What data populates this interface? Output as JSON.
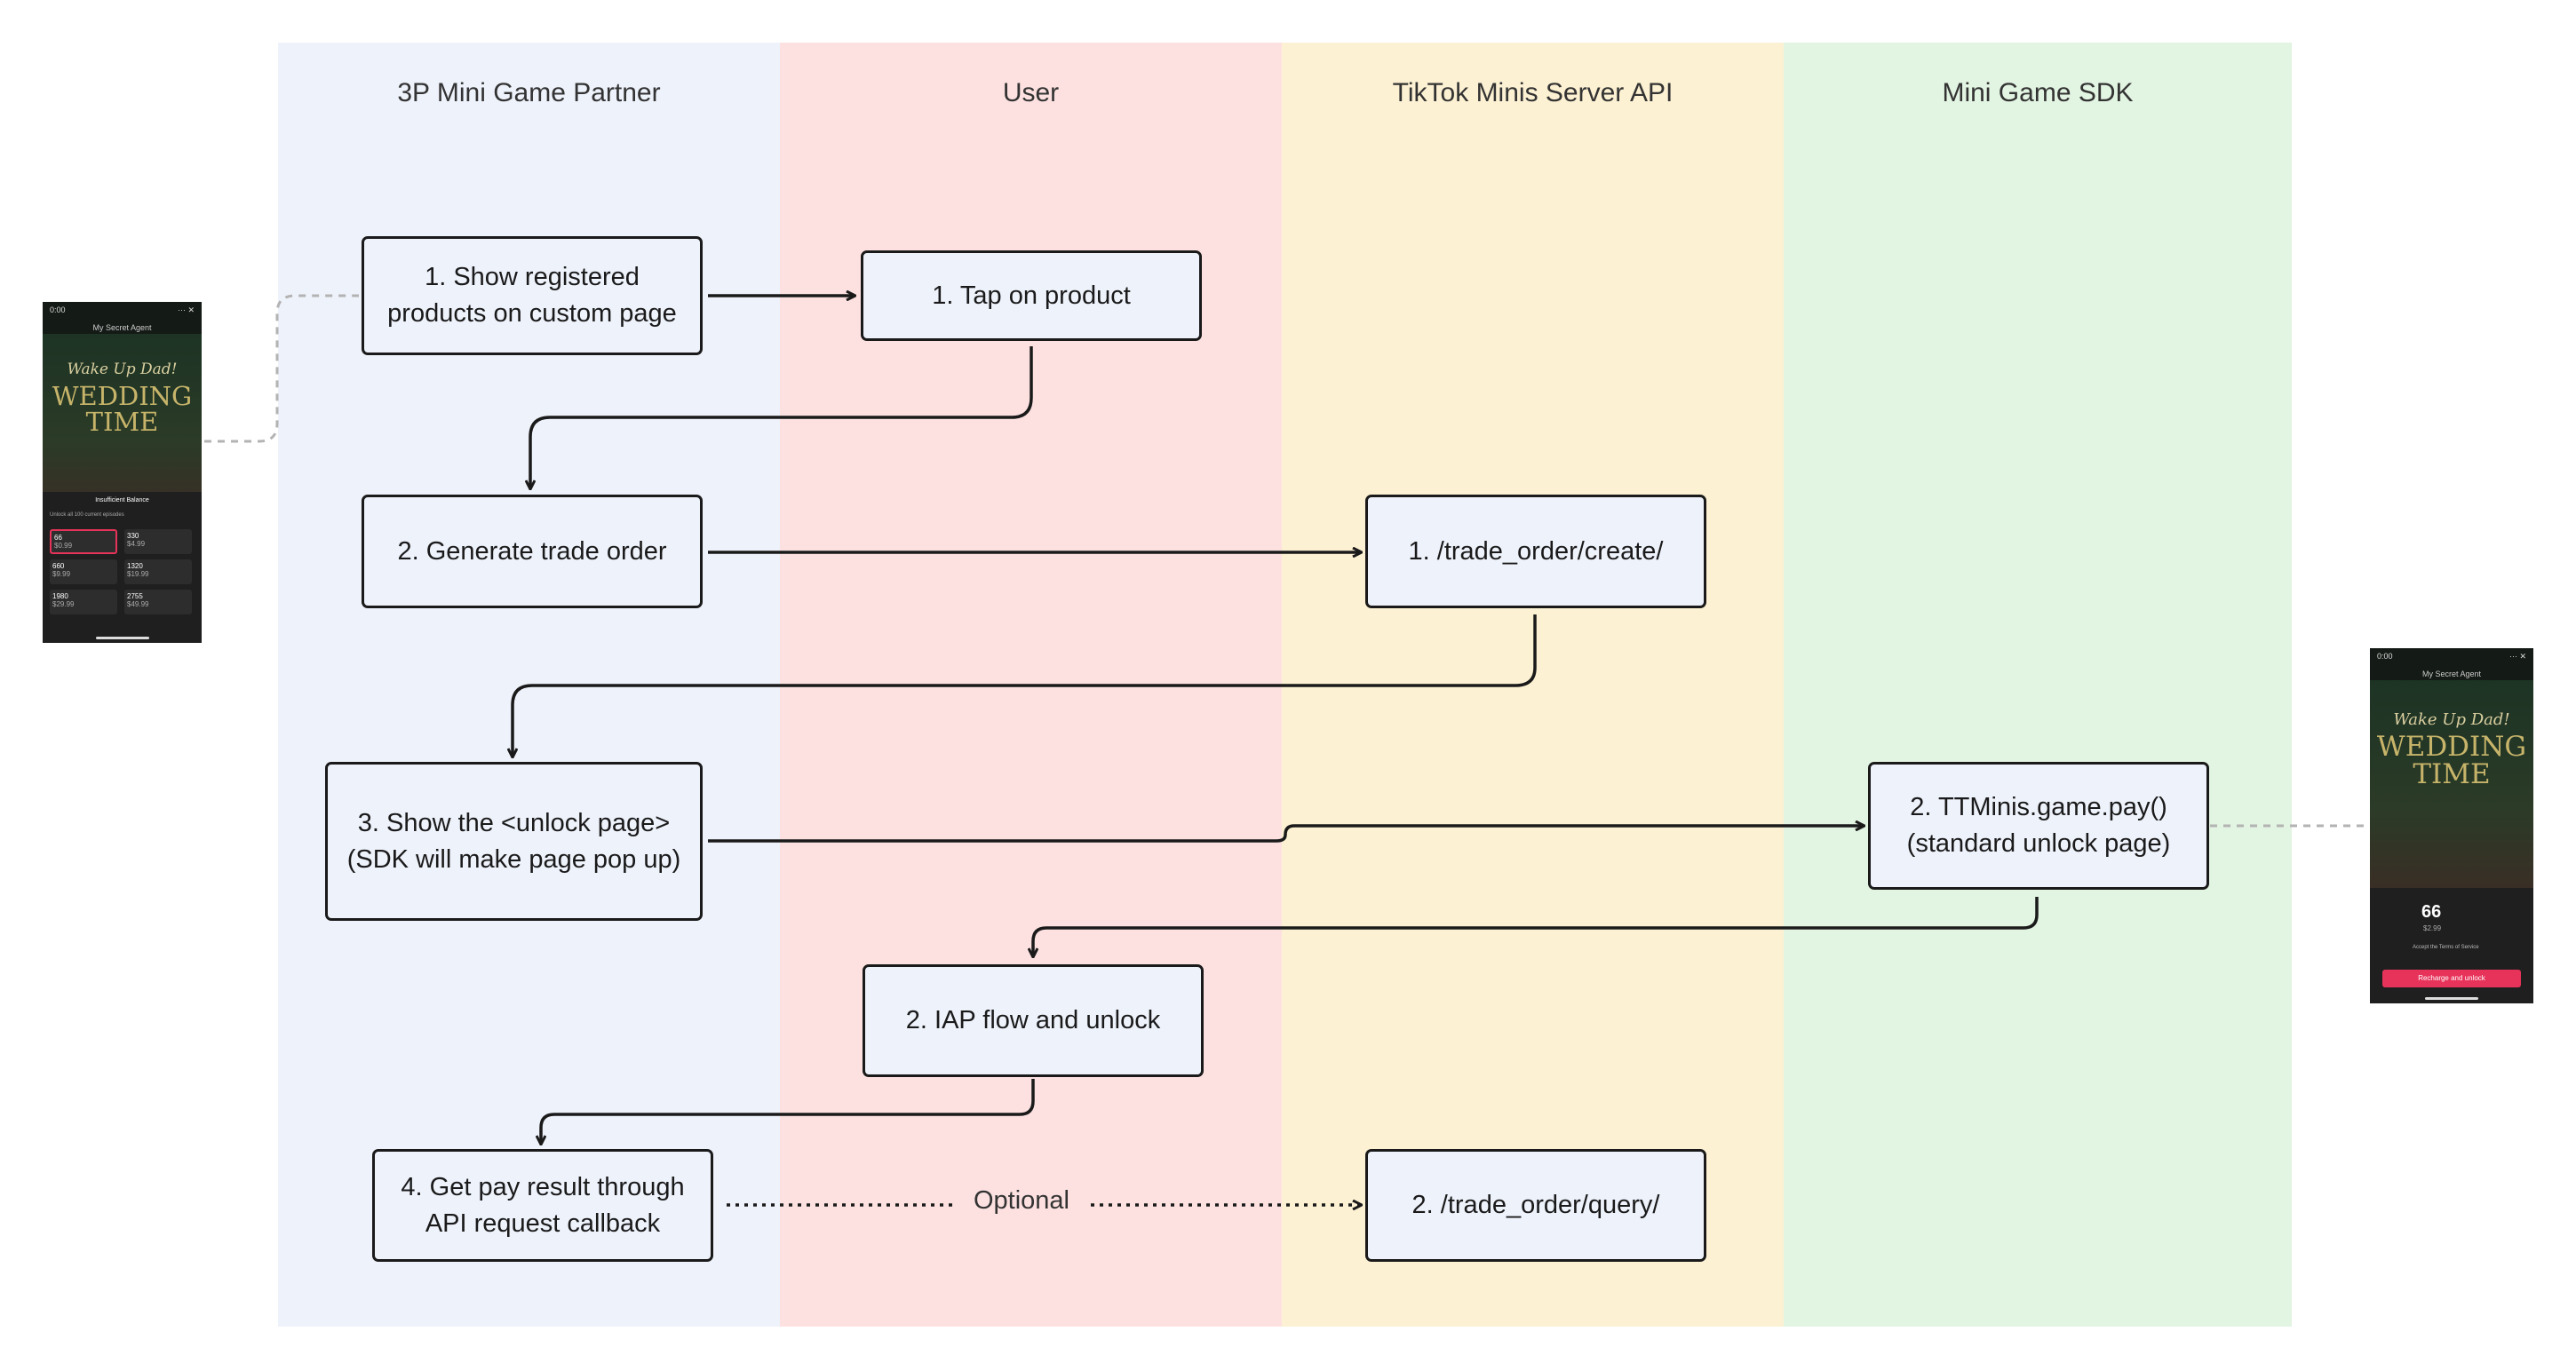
{
  "lanes": [
    {
      "title": "3P Mini Game Partner",
      "color": "#eef2fb"
    },
    {
      "title": "User",
      "color": "#fde1e1"
    },
    {
      "title": "TikTok Minis Server API",
      "color": "#fdf1d3"
    },
    {
      "title": "Mini Game SDK",
      "color": "#e2f4e2"
    }
  ],
  "nodes": {
    "show_products": "1. Show registered\nproducts on custom page",
    "tap_product": "1. Tap on product",
    "generate_order": "2. Generate trade order",
    "create_api": "1. /trade_order/create/",
    "show_unlock": "3. Show the <unlock page>\n(SDK will make page pop up)",
    "game_pay": "2. TTMinis.game.pay()\n(standard unlock page)",
    "iap_flow": "2. IAP flow  and unlock",
    "pay_result": "4. Get pay result through\nAPI request callback",
    "query_api": "2. /trade_order/query/"
  },
  "edge_labels": {
    "optional": "Optional"
  },
  "phone_left": {
    "time": "0:00",
    "title": "My Secret Agent",
    "script": "Wake Up Dad!",
    "headline": "WEDDING\nTIME",
    "sheet_title": "Insufficient Balance",
    "sheet_sub": "Unlock all 100 current episodes",
    "options": [
      {
        "coins": "66",
        "price": "$0.99",
        "selected": true
      },
      {
        "coins": "330",
        "price": "$4.99",
        "selected": false
      },
      {
        "coins": "660",
        "price": "$9.99",
        "selected": false
      },
      {
        "coins": "1320",
        "price": "$19.99",
        "selected": false
      },
      {
        "coins": "1980",
        "price": "$29.99",
        "selected": false
      },
      {
        "coins": "2755",
        "price": "$49.99",
        "selected": false
      }
    ]
  },
  "phone_right": {
    "time": "0:00",
    "title": "My Secret Agent",
    "script": "Wake Up Dad!",
    "headline": "WEDDING\nTIME",
    "coins": "66",
    "price": "$2.99",
    "terms": "Accept the Terms of Service",
    "button": "Recharge and unlock"
  }
}
